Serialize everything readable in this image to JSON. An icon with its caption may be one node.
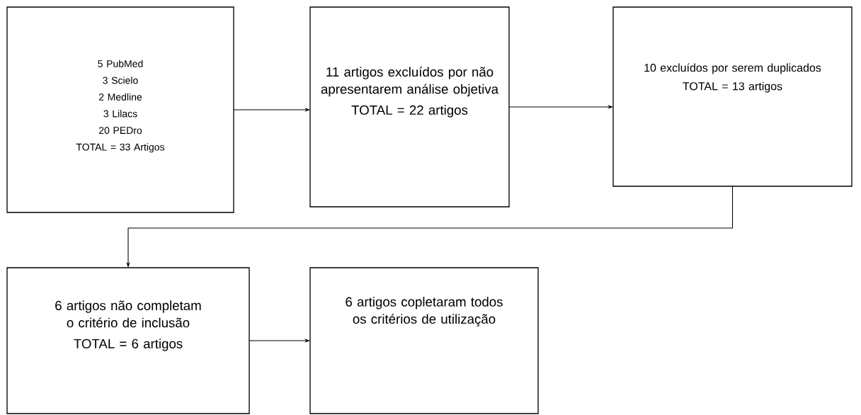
{
  "diagram": {
    "nodes": [
      {
        "text": [
          "5 PubMed",
          "3 Scielo",
          "2 Medline",
          "3 Lilacs",
          "20 PEDro",
          "TOTAL = 33 Artigos"
        ]
      },
      {
        "text": [
          "11 artigos excluídos por não apresentarem análise objetiva",
          "TOTAL = 22 artigos"
        ]
      },
      {
        "text": [
          "10 excluídos por serem duplicados",
          "TOTAL = 13 artigos"
        ]
      },
      {
        "text": [
          "6 artigos não completam o critério de inclusão",
          "TOTAL = 6 artigos"
        ]
      },
      {
        "text": [
          "6 artigos copletaram todos os critérios de utilização"
        ]
      }
    ],
    "edges": [
      {
        "from": 0,
        "to": 1,
        "arrow": "to"
      },
      {
        "from": 1,
        "to": 2,
        "arrow": "to"
      },
      {
        "from": 2,
        "to": 3,
        "arrow": "to"
      },
      {
        "from": 3,
        "to": 4,
        "arrow": "to"
      }
    ]
  }
}
